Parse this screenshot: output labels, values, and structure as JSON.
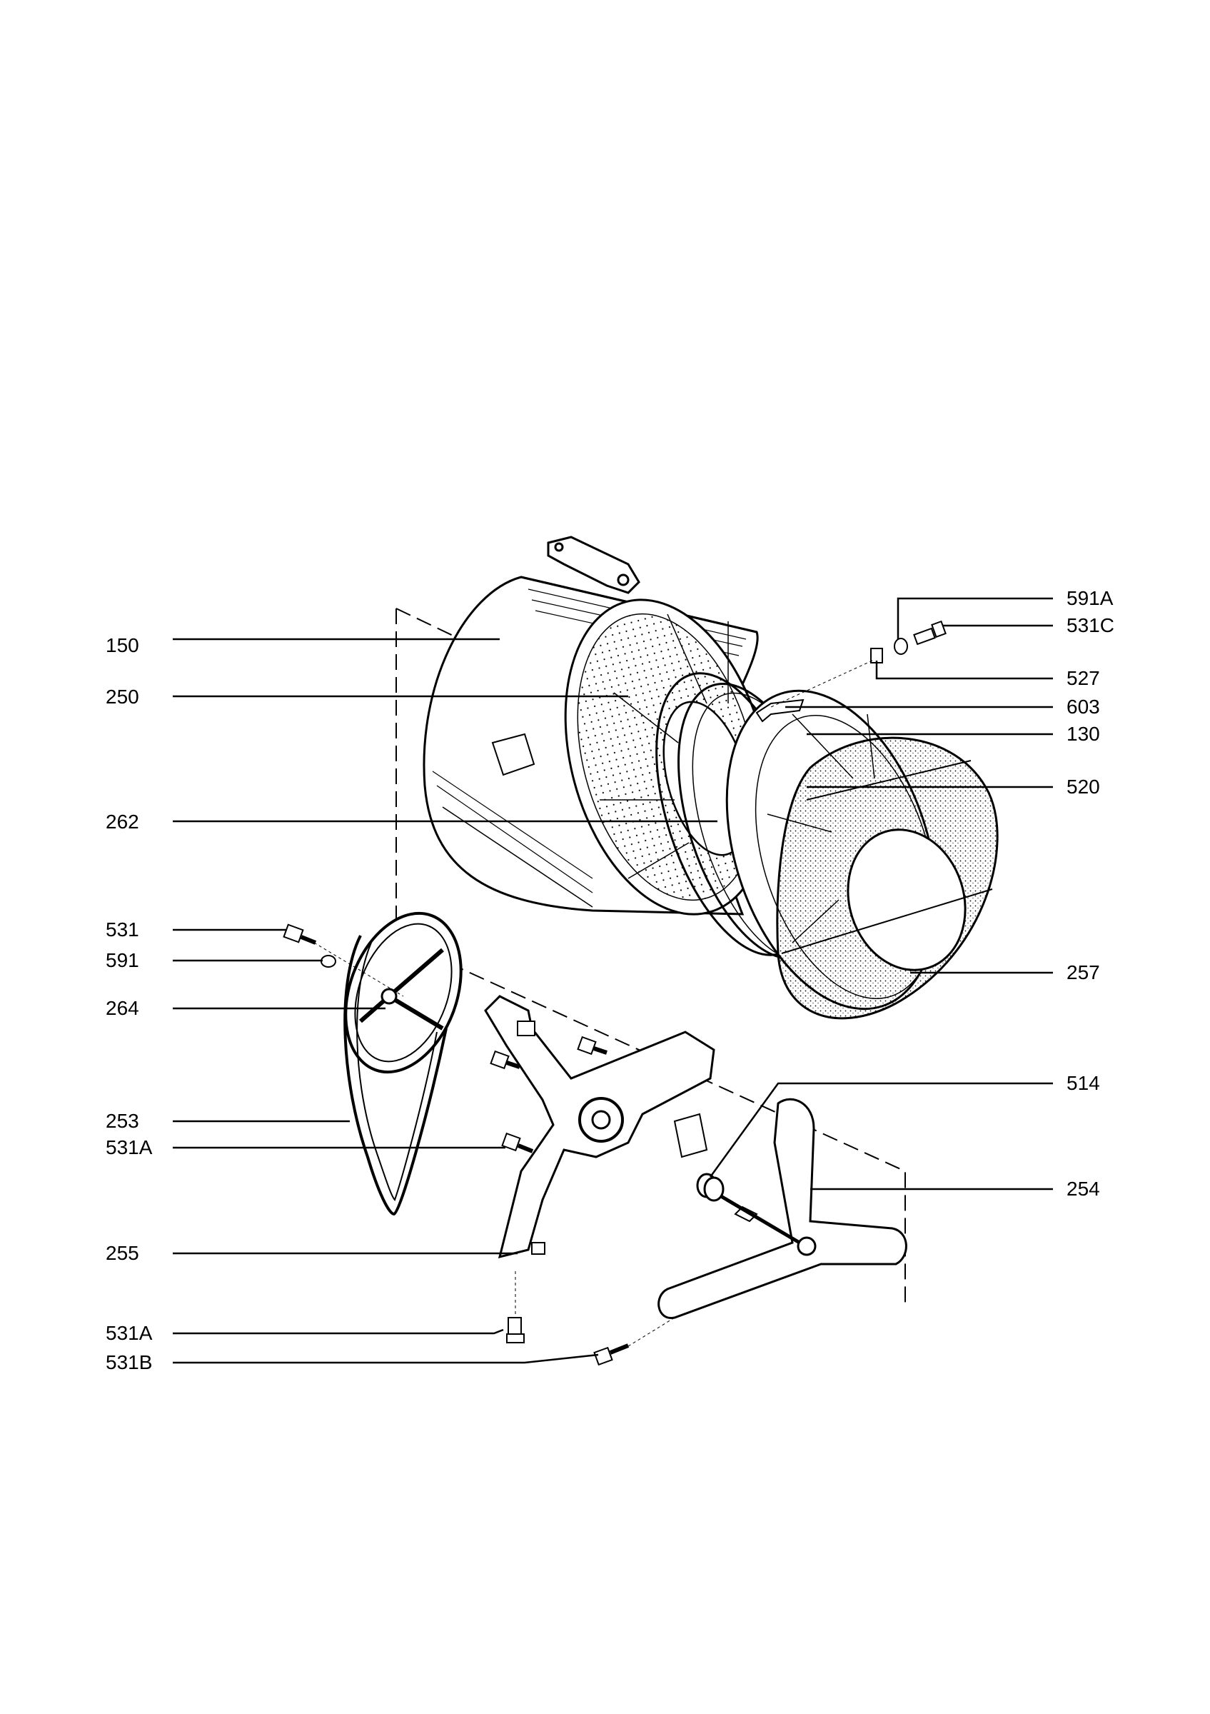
{
  "diagram": {
    "left_callouts": [
      {
        "id": "150",
        "text": "150"
      },
      {
        "id": "250",
        "text": "250"
      },
      {
        "id": "262",
        "text": "262"
      },
      {
        "id": "531",
        "text": "531"
      },
      {
        "id": "591",
        "text": "591"
      },
      {
        "id": "264",
        "text": "264"
      },
      {
        "id": "253",
        "text": "253"
      },
      {
        "id": "531A-upper",
        "text": "531A"
      },
      {
        "id": "255",
        "text": "255"
      },
      {
        "id": "531A-lower",
        "text": "531A"
      },
      {
        "id": "531B",
        "text": "531B"
      }
    ],
    "right_callouts": [
      {
        "id": "591A",
        "text": "591A"
      },
      {
        "id": "531C",
        "text": "531C"
      },
      {
        "id": "527",
        "text": "527"
      },
      {
        "id": "603",
        "text": "603"
      },
      {
        "id": "130",
        "text": "130"
      },
      {
        "id": "520",
        "text": "520"
      },
      {
        "id": "257",
        "text": "257"
      },
      {
        "id": "514",
        "text": "514"
      },
      {
        "id": "254",
        "text": "254"
      }
    ]
  }
}
